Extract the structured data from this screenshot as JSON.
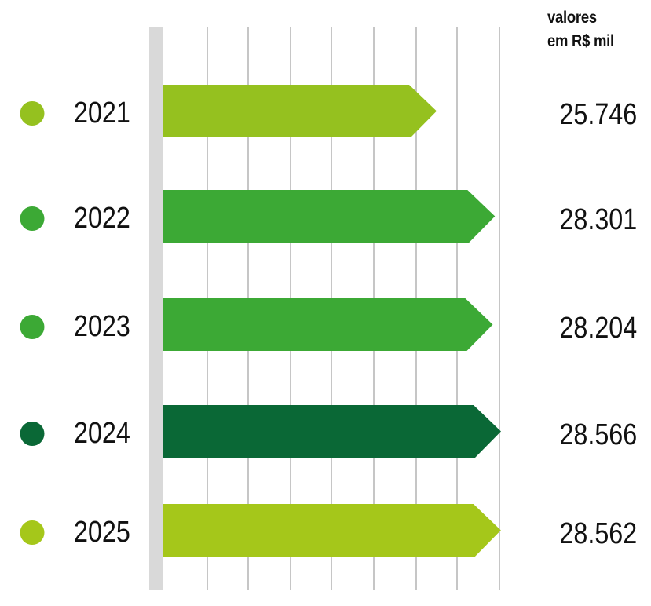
{
  "chart_data": {
    "type": "bar",
    "orientation": "horizontal",
    "unit_label": [
      "valores",
      "em R$ mil"
    ],
    "categories": [
      "2021",
      "2022",
      "2023",
      "2024",
      "2025"
    ],
    "values": [
      25746,
      28301,
      28204,
      28566,
      28562
    ],
    "value_labels": [
      "25.746",
      "28.301",
      "28.204",
      "28.566",
      "28.562"
    ],
    "colors": [
      "#95c11f",
      "#3ca935",
      "#3ca935",
      "#0a6836",
      "#a5c71a"
    ],
    "grid": true
  }
}
